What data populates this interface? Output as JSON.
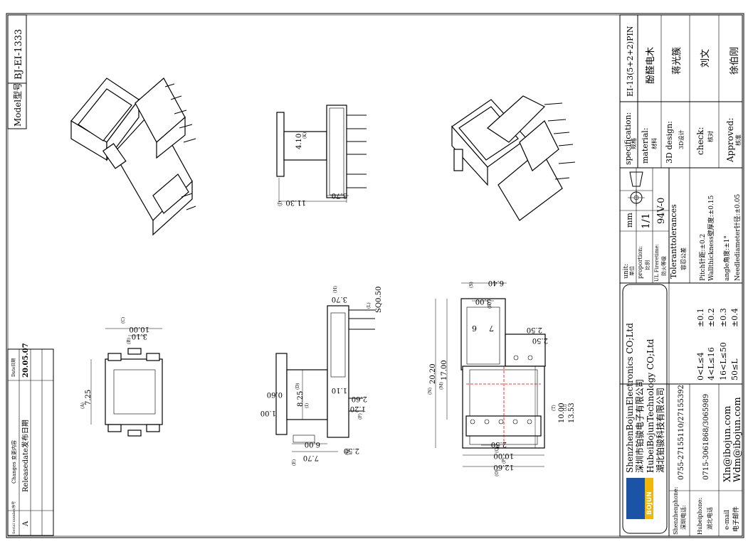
{
  "model_block": {
    "label": "Model型号",
    "value": "BJ-EI-1333"
  },
  "changes_table": {
    "headers": [
      "Serial number序号",
      "Changes 变更内容",
      "Date日期"
    ],
    "rows": [
      {
        "serial": "A",
        "change": "Releasedate发布日期",
        "date": "20.05.07"
      }
    ]
  },
  "dimensions": {
    "top_view": [
      "4.10",
      "11.30",
      "3.70",
      "(J)",
      "(K)"
    ],
    "front_view": [
      "10.00",
      "3.10",
      "7.25",
      "(C)",
      "(B)",
      "(A)"
    ],
    "side_view": [
      "3.70",
      "SQ0.50",
      "0.60",
      "1.00",
      "8.25",
      "1.10",
      "2.60",
      "1.20",
      "2.50",
      "6.00",
      "7.70",
      "(H)",
      "(L)",
      "(D)",
      "(I)",
      "(F)",
      "(G)",
      "(E)"
    ],
    "bottom_view": [
      "6.40",
      "3.00",
      "6",
      "7",
      "2.50",
      "2.50",
      "20.20",
      "17.00",
      "10.00",
      "13.53",
      "2.50",
      "10.00",
      "12.60",
      "(S)",
      "(R)",
      "(N)",
      "(M)",
      "(T)",
      "(U)",
      "(Q)",
      "(P)",
      "(O)"
    ]
  },
  "title_block": {
    "specification": {
      "label_en": "specification:",
      "label_cn": "规格",
      "value": "EI-13(5+2+2)PIN"
    },
    "material": {
      "label_en": "material:",
      "label_cn": "材料",
      "value": "酚醛电木"
    },
    "design": {
      "label_en": "3D design:",
      "label_cn": "3D设计",
      "value": "蒋光簇"
    },
    "check": {
      "label_en": "check:",
      "label_cn": "核对",
      "value": "刘文"
    },
    "approved": {
      "label_en": "Approved:",
      "label_cn": "核准",
      "value": "徐伯刚"
    },
    "unit": {
      "label_en": "unit:",
      "label_cn": "单位",
      "value": "mm"
    },
    "proportion": {
      "label_en": "proportion:",
      "label_cn": "比例",
      "value": "1/1"
    },
    "flame": {
      "label_en": "UL Fireretime:",
      "label_cn": "防火等级",
      "value": "94V-0"
    },
    "tolerances": {
      "title_en": "Toleranttolerances",
      "title_cn": "容忍公差",
      "ranges": [
        {
          "range": "0<L≤4",
          "tol": "±0.1"
        },
        {
          "range": "4<L≤16",
          "tol": "±0.2"
        },
        {
          "range": "16<L≤50",
          "tol": "±0.3"
        },
        {
          "range": "50≤L",
          "tol": "±0.4"
        }
      ],
      "notes": [
        "Pitch针距:±0.2",
        "Wallthickness壁厚度:±0.15",
        "angle角度:±1°",
        "Needlediameter针径:±0.05"
      ]
    },
    "company": {
      "logo_text": "BOJUN",
      "lines": [
        "ShenzhenBojunElectronics CO;Ltd",
        "深圳市铂骏电子有限公司",
        "HubeiBojunTechnology CO;Ltd",
        "湖北铂骏科技有限公司"
      ]
    },
    "contacts": [
      {
        "label_en": "Shenzhenphone:",
        "label_cn": "深圳电话:",
        "value": "0755-27155110/27155392"
      },
      {
        "label_en": "Hubeiphone:",
        "label_cn": "湖北电话",
        "value": "0715-3061868/3065989"
      },
      {
        "label_en": "e-mail",
        "label_cn": "电子邮件",
        "values": [
          "Xln@ibojun.com",
          "Wdm@ibojun.com"
        ]
      }
    ]
  }
}
